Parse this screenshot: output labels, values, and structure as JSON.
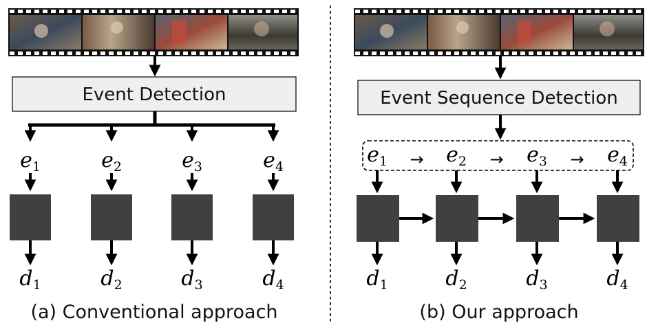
{
  "panel_a": {
    "box_label": "Event Detection",
    "events": [
      {
        "var": "e",
        "sub": "1"
      },
      {
        "var": "e",
        "sub": "2"
      },
      {
        "var": "e",
        "sub": "3"
      },
      {
        "var": "e",
        "sub": "4"
      }
    ],
    "outputs": [
      {
        "var": "d",
        "sub": "1"
      },
      {
        "var": "d",
        "sub": "2"
      },
      {
        "var": "d",
        "sub": "3"
      },
      {
        "var": "d",
        "sub": "4"
      }
    ],
    "caption": "(a) Conventional approach"
  },
  "panel_b": {
    "box_label": "Event Sequence Detection",
    "events": [
      {
        "var": "e",
        "sub": "1"
      },
      {
        "var": "e",
        "sub": "2"
      },
      {
        "var": "e",
        "sub": "3"
      },
      {
        "var": "e",
        "sub": "4"
      }
    ],
    "sequence_arrow": "→",
    "outputs": [
      {
        "var": "d",
        "sub": "1"
      },
      {
        "var": "d",
        "sub": "2"
      },
      {
        "var": "d",
        "sub": "3"
      },
      {
        "var": "d",
        "sub": "4"
      }
    ],
    "caption": "(b) Our approach"
  },
  "colors": {
    "block": "#404040",
    "box_fill": "#efefef",
    "line": "#000000",
    "film": "#111111"
  },
  "icons": {
    "filmstrip": "video-filmstrip-icon"
  }
}
